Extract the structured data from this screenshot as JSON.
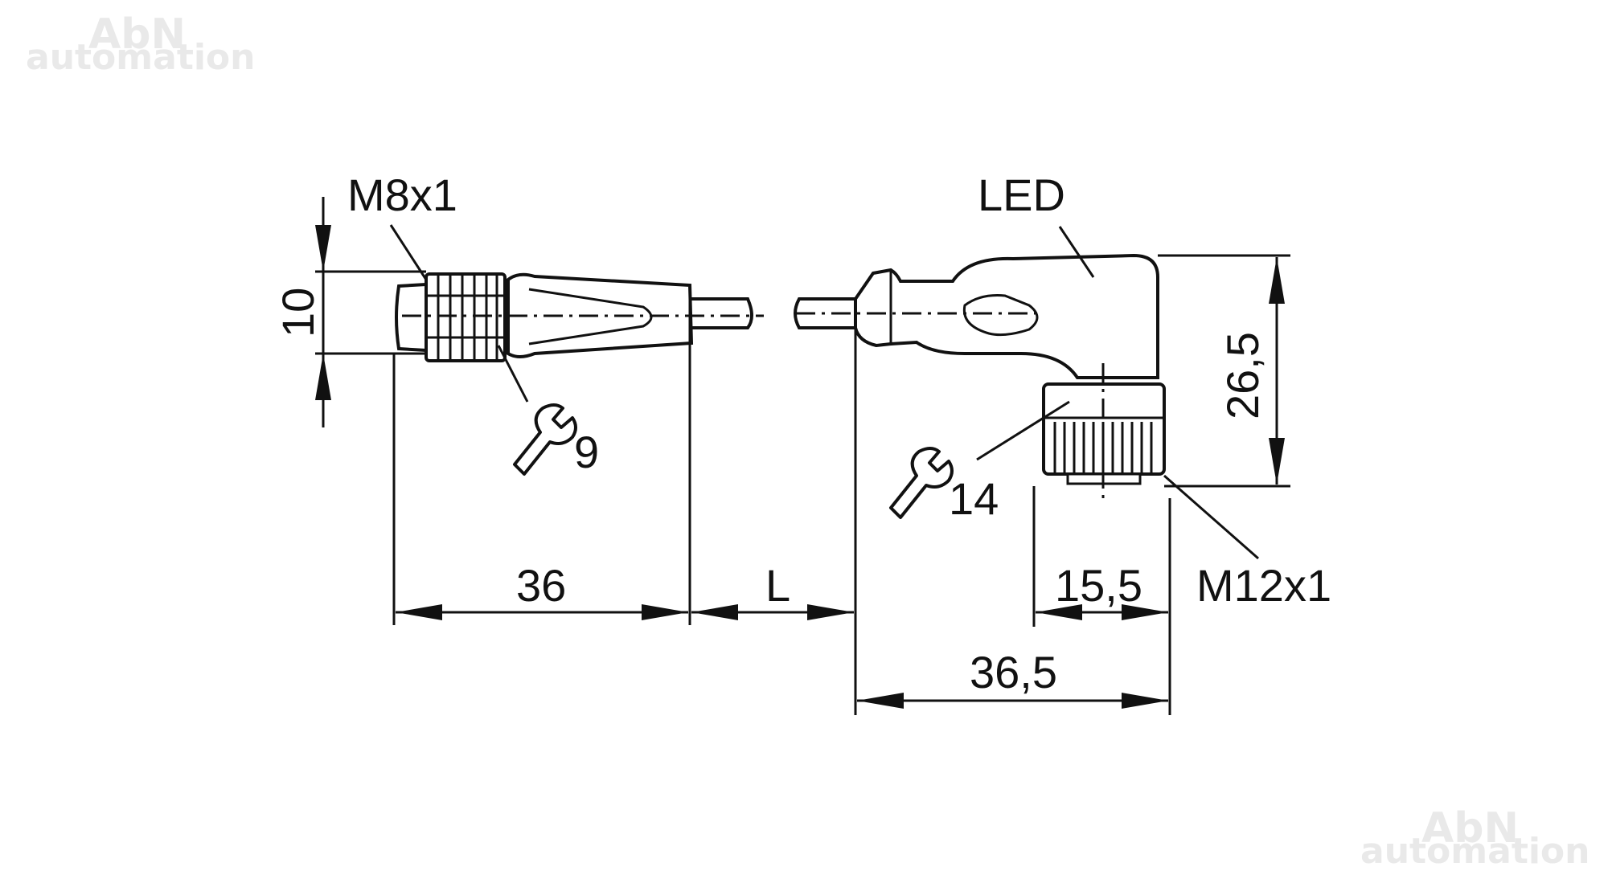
{
  "watermark": {
    "line1": "AbN",
    "line2": "automation"
  },
  "labels": {
    "thread_left": "M8x1",
    "height_left": "10",
    "wrench_left": "9",
    "length_left": "36",
    "cable_length": "L",
    "led": "LED",
    "wrench_right": "14",
    "height_right": "26,5",
    "nut_width": "15,5",
    "thread_right": "M12x1",
    "length_right": "36,5"
  }
}
